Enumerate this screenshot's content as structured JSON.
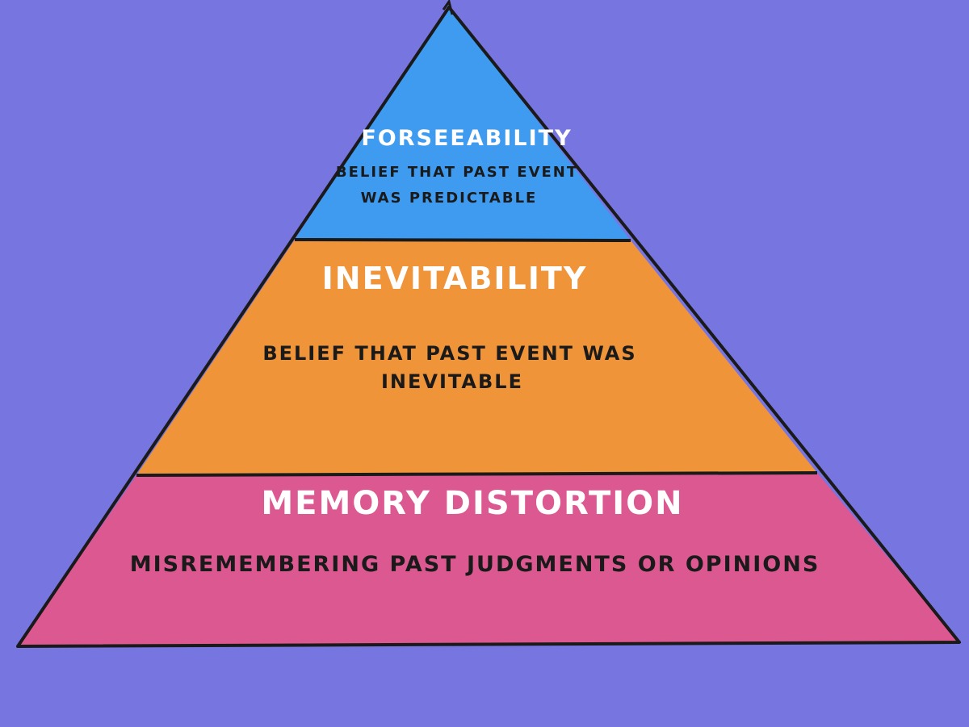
{
  "diagram": {
    "colors": {
      "background": "#7775e0",
      "outline": "#1a1a1a",
      "top_tier": "#3f9bef",
      "middle_tier": "#f0943a",
      "bottom_tier": "#dc5890",
      "title_text": "#ffffff",
      "description_text": "#1a1a1a"
    },
    "tiers": [
      {
        "title": "FORSEEABILITY",
        "description_line1": "BELIEF THAT PAST EVENT",
        "description_line2": "WAS PREDICTABLE"
      },
      {
        "title": "INEVITABILITY",
        "description_line1": "BELIEF THAT PAST EVENT WAS",
        "description_line2": "INEVITABLE"
      },
      {
        "title": "MEMORY DISTORTION",
        "description_line1": "MISREMEMBERING PAST JUDGMENTS OR OPINIONS"
      }
    ]
  }
}
